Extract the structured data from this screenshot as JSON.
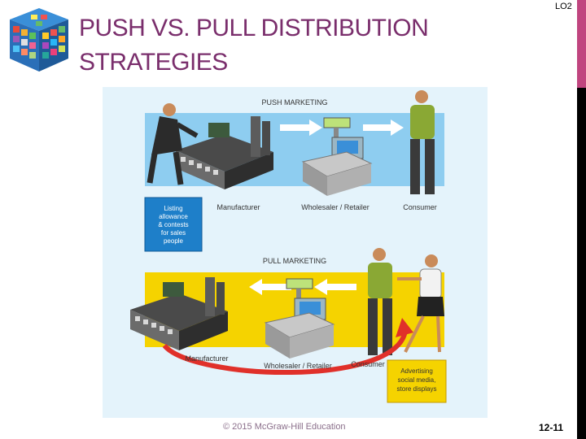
{
  "slide": {
    "title_line1": "PUSH VS. PULL DISTRIBUTION",
    "title_line2": "STRATEGIES",
    "objective": "LO2",
    "copyright": "© 2015 McGraw-Hill Education",
    "page_number": "12-11"
  },
  "colors": {
    "title": "#7a2e6c",
    "accent_bar": "#c0457f",
    "push_band": "#8ecdf0",
    "pull_band": "#f5d300",
    "figure_bg": "#e4f3fb",
    "arrow_red": "#e0302a"
  },
  "figure": {
    "push": {
      "heading": "PUSH MARKETING",
      "manufacturer": "Manufacturer",
      "wholesaler": "Wholesaler / Retailer",
      "consumer": "Consumer",
      "callout_line1": "Listing",
      "callout_line2": "allowance",
      "callout_line3": "& contests",
      "callout_line4": "for sales",
      "callout_line5": "people"
    },
    "pull": {
      "heading": "PULL MARKETING",
      "manufacturer": "Manufacturer",
      "wholesaler": "Wholesaler / Retailer",
      "consumer": "Consumer",
      "callout_line1": "Advertising",
      "callout_line2": "social media,",
      "callout_line3": "store displays"
    }
  }
}
